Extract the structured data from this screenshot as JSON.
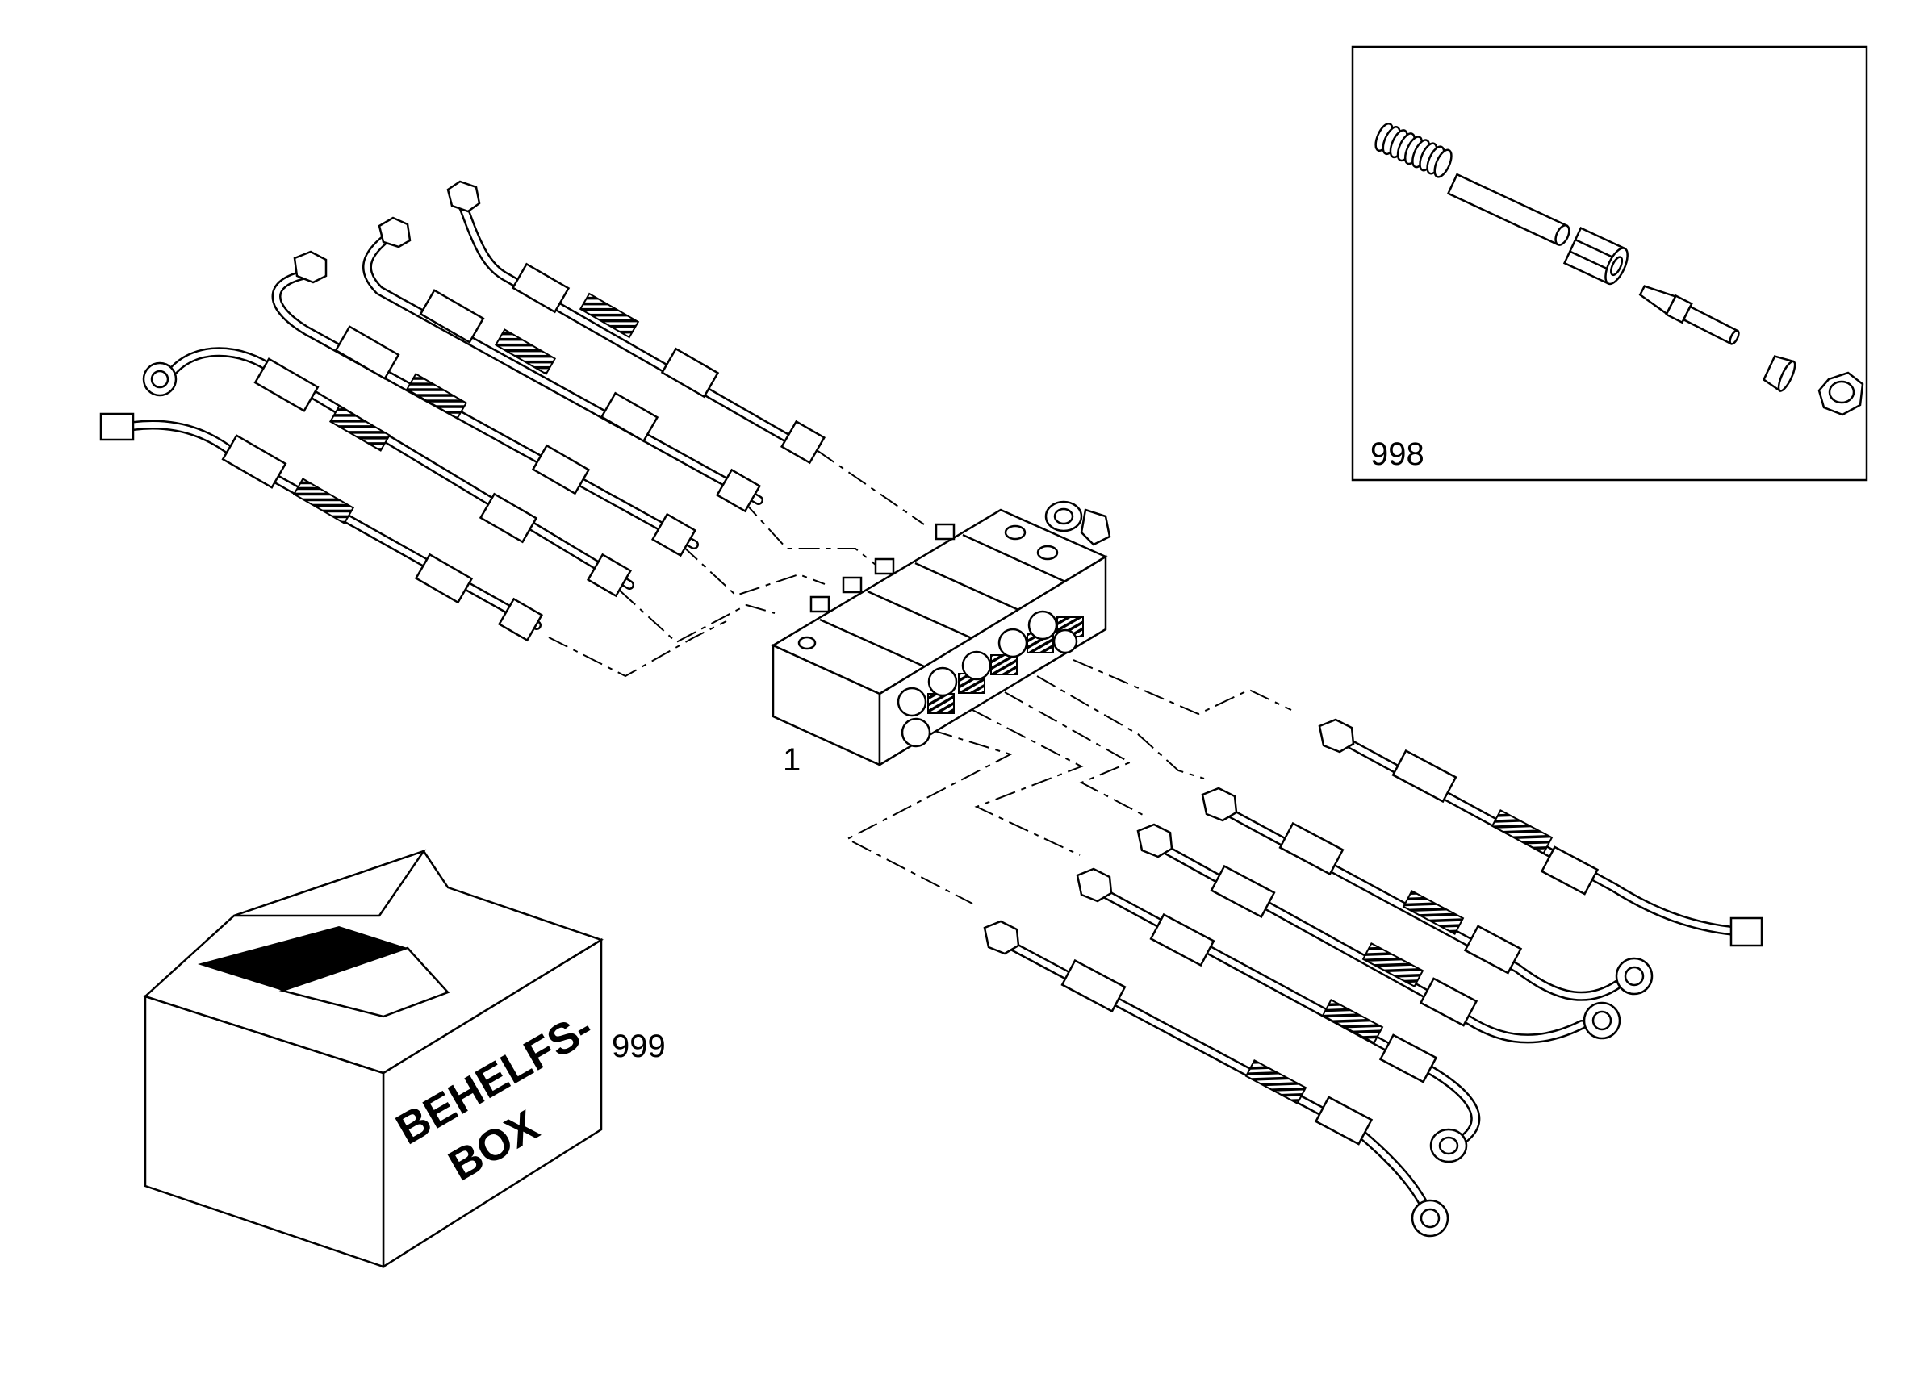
{
  "labels": {
    "part_1": "1",
    "part_998": "998",
    "part_999": "999"
  },
  "box_text": {
    "line1": "BEHELFS-",
    "line2": "BOX"
  }
}
